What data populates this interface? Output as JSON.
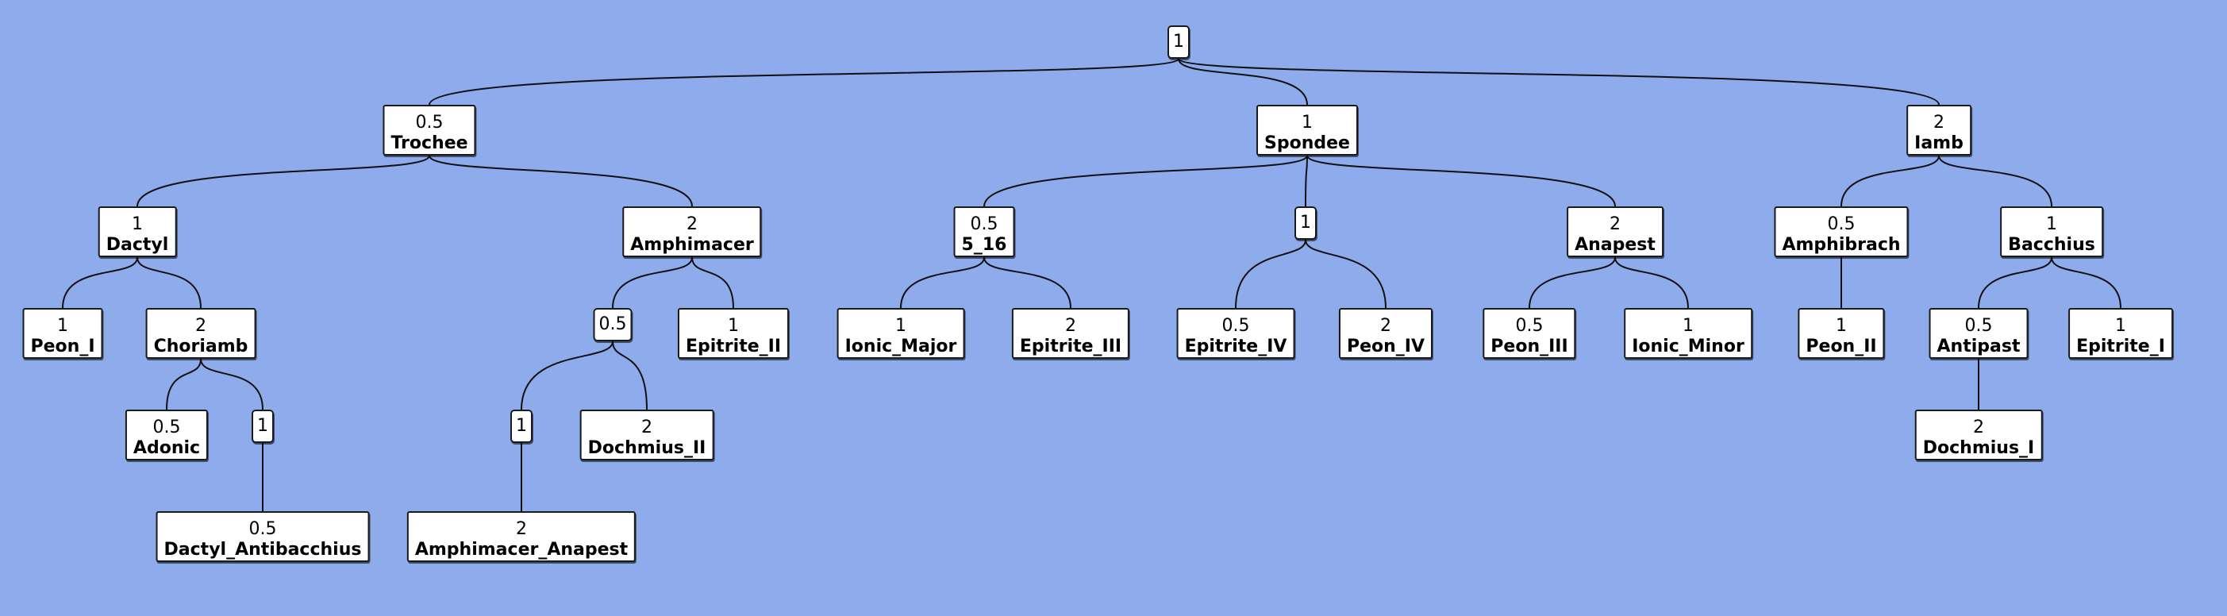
{
  "tree": {
    "w": "1",
    "children": [
      {
        "w": "0.5",
        "label": "Trochee",
        "children": [
          {
            "w": "1",
            "label": "Dactyl",
            "children": [
              {
                "w": "1",
                "label": "Peon_I"
              },
              {
                "w": "2",
                "label": "Choriamb",
                "children": [
                  {
                    "w": "0.5",
                    "label": "Adonic"
                  },
                  {
                    "w": "1",
                    "children": [
                      {
                        "w": "0.5",
                        "label": "Dactyl_Antibacchius"
                      }
                    ]
                  }
                ]
              }
            ]
          },
          {
            "w": "2",
            "label": "Amphimacer",
            "children": [
              {
                "w": "0.5",
                "children": [
                  {
                    "w": "1",
                    "children": [
                      {
                        "w": "2",
                        "label": "Amphimacer_Anapest"
                      }
                    ]
                  },
                  {
                    "w": "2",
                    "label": "Dochmius_II"
                  }
                ]
              },
              {
                "w": "1",
                "label": "Epitrite_II"
              }
            ]
          }
        ]
      },
      {
        "w": "1",
        "label": "Spondee",
        "children": [
          {
            "w": "0.5",
            "label": "5_16",
            "children": [
              {
                "w": "1",
                "label": "Ionic_Major"
              },
              {
                "w": "2",
                "label": "Epitrite_III"
              }
            ]
          },
          {
            "w": "1",
            "children": [
              {
                "w": "0.5",
                "label": "Epitrite_IV"
              },
              {
                "w": "2",
                "label": "Peon_IV"
              }
            ]
          },
          {
            "w": "2",
            "label": "Anapest",
            "children": [
              {
                "w": "0.5",
                "label": "Peon_III"
              },
              {
                "w": "1",
                "label": "Ionic_Minor"
              }
            ]
          }
        ]
      },
      {
        "w": "2",
        "label": "Iamb",
        "children": [
          {
            "w": "0.5",
            "label": "Amphibrach",
            "children": [
              {
                "w": "1",
                "label": "Peon_II"
              }
            ]
          },
          {
            "w": "1",
            "label": "Bacchius",
            "children": [
              {
                "w": "0.5",
                "label": "Antipast",
                "children": [
                  {
                    "w": "2",
                    "label": "Dochmius_I"
                  }
                ]
              },
              {
                "w": "1",
                "label": "Epitrite_I"
              }
            ]
          }
        ]
      }
    ]
  }
}
